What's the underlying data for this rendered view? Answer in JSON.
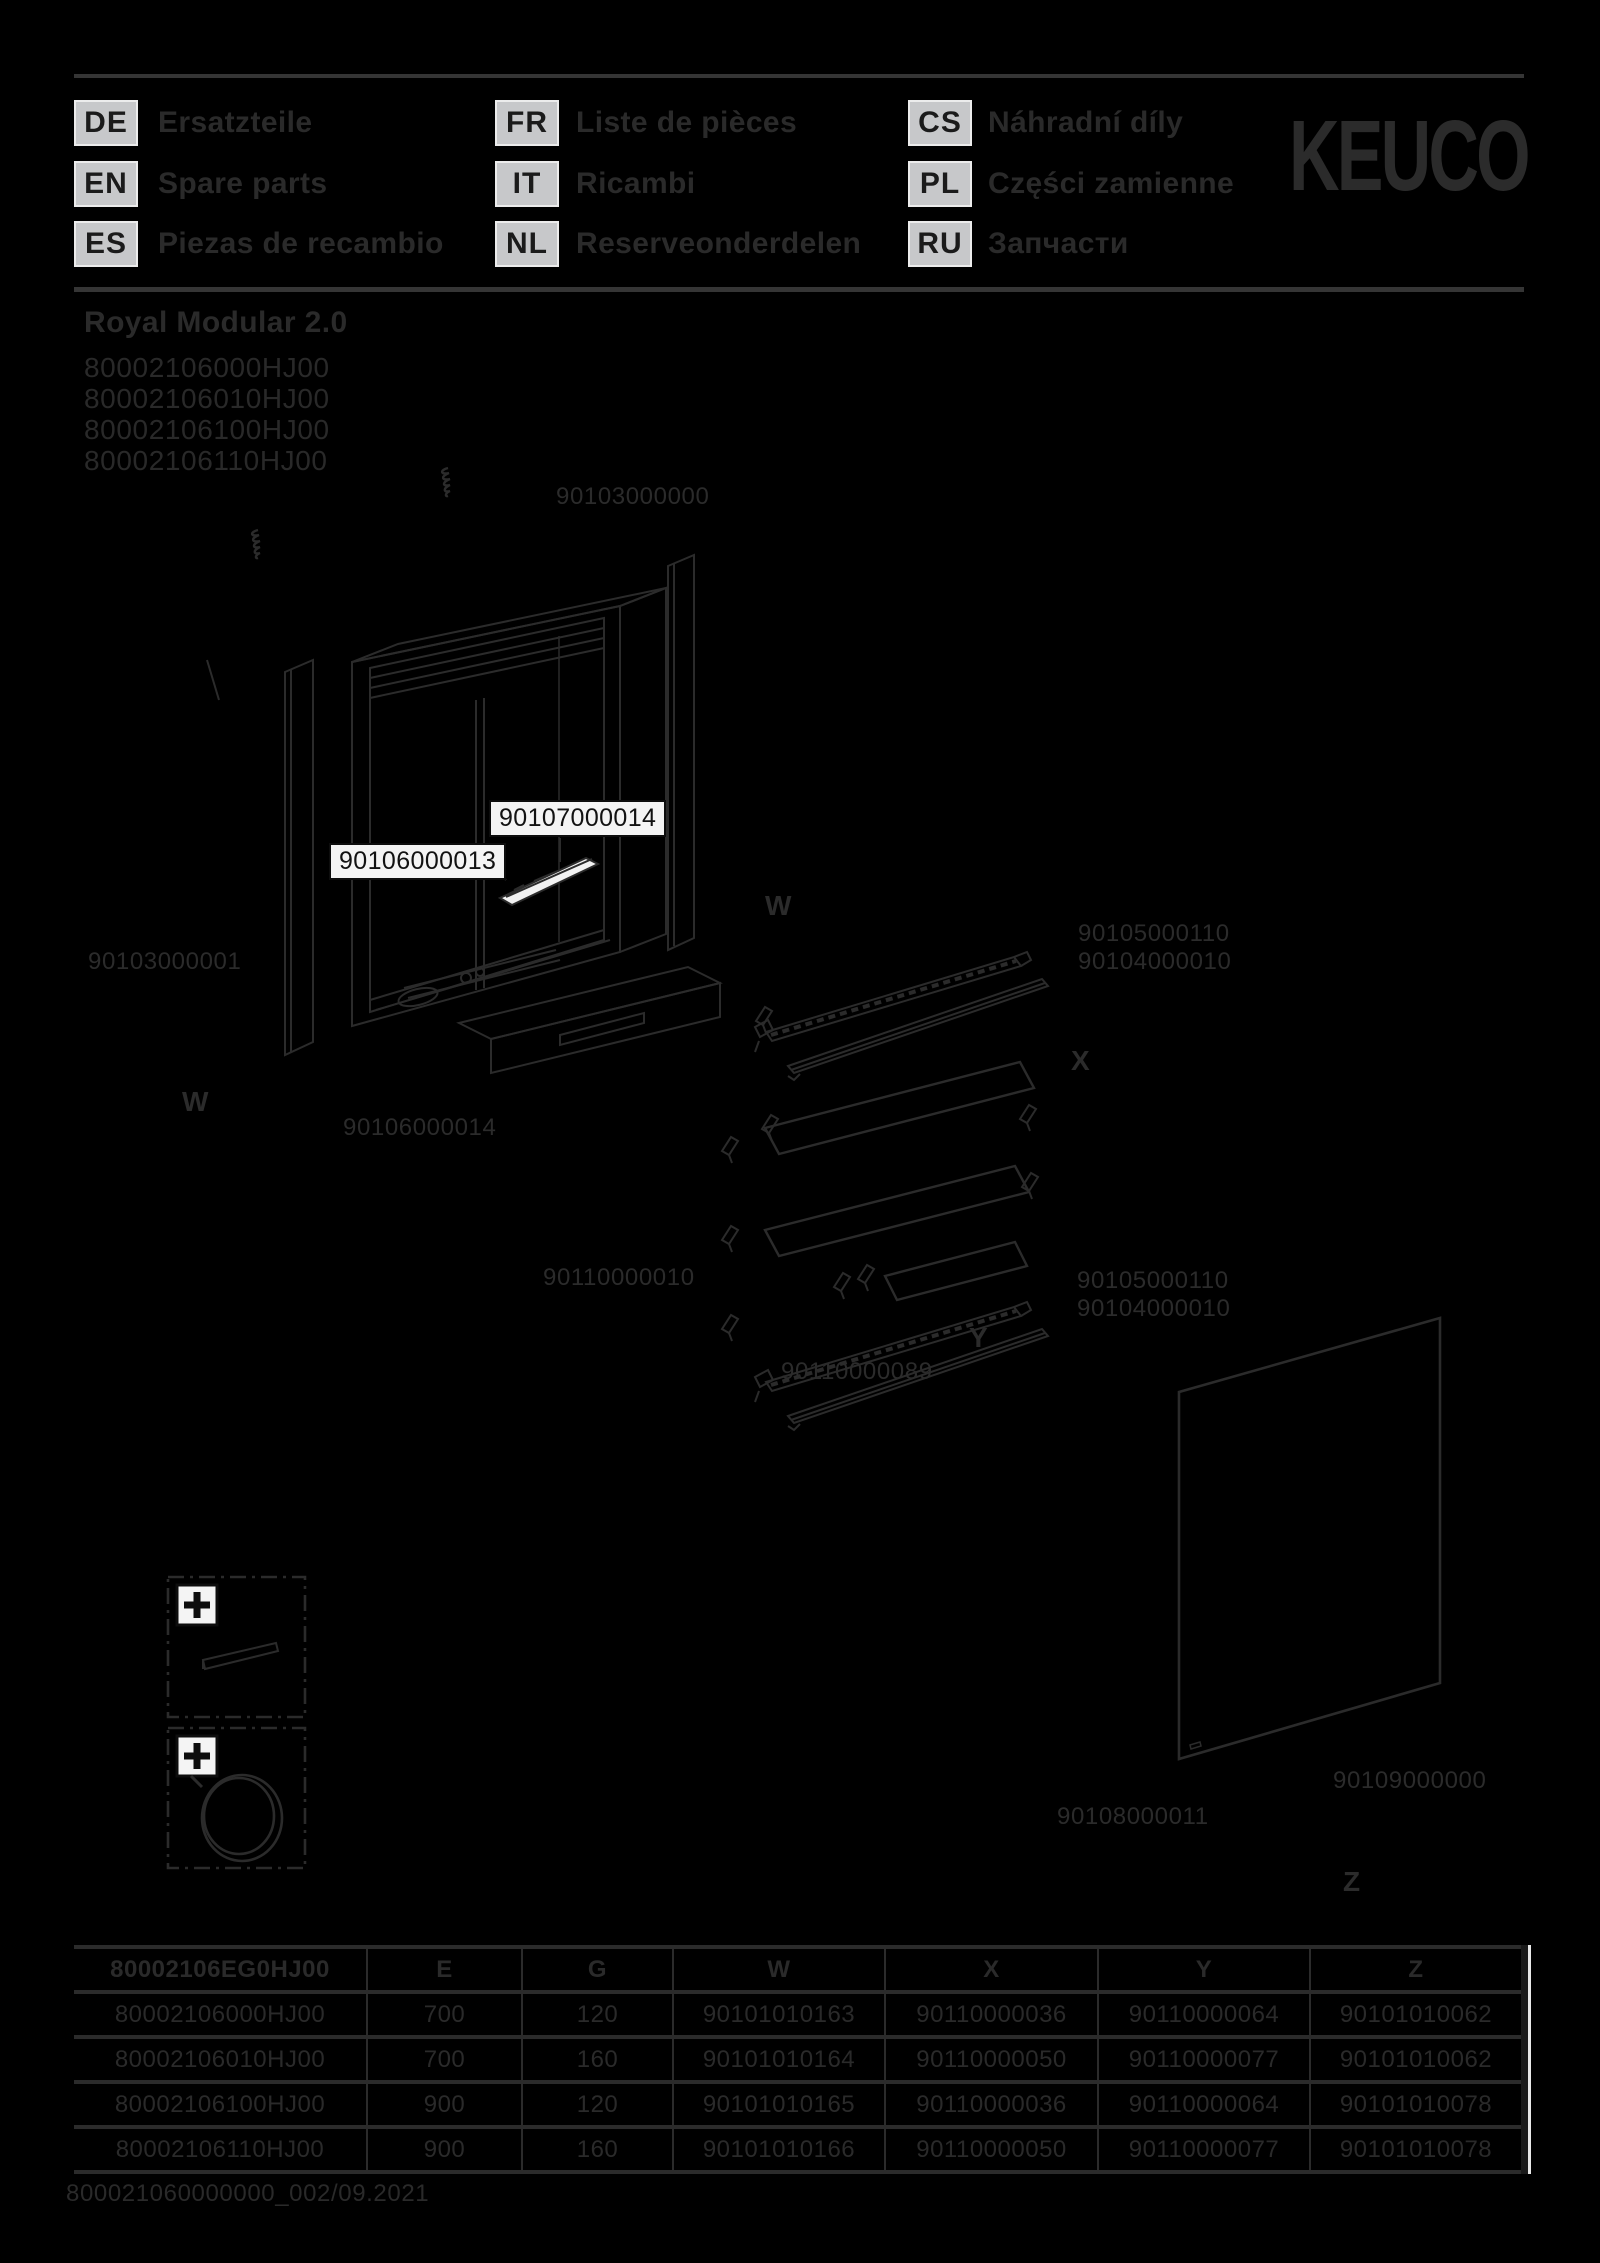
{
  "header": {
    "logo": "KEUCO",
    "languages": [
      {
        "code": "DE",
        "label": "Ersatzteile"
      },
      {
        "code": "EN",
        "label": "Spare parts"
      },
      {
        "code": "ES",
        "label": "Piezas de recambio"
      },
      {
        "code": "FR",
        "label": "Liste de pièces"
      },
      {
        "code": "IT",
        "label": "Ricambi"
      },
      {
        "code": "NL",
        "label": "Reserveonderdelen"
      },
      {
        "code": "CS",
        "label": "Náhradní díly"
      },
      {
        "code": "PL",
        "label": "Części zamienne"
      },
      {
        "code": "RU",
        "label": "Запчасти"
      }
    ]
  },
  "product": {
    "title": "Royal Modular 2.0",
    "variants": [
      "80002106000HJ00",
      "80002106010HJ00",
      "80002106100HJ00",
      "80002106110HJ00"
    ]
  },
  "diagram": {
    "labels": {
      "cabinet_top": "90103000000",
      "side_panel": "90103000001",
      "led_profile": "90106000013",
      "led_driver": "90107000014",
      "bottom_light": "90106000014",
      "glass_shelf": "90110000010",
      "shelf_clip": "90110000089",
      "rail_upper_a": "90105000110",
      "rail_upper_b": "90104000010",
      "rail_lower_a": "90105000110",
      "rail_lower_b": "90104000010",
      "mirror": "90109000000",
      "back_panel": "90108000011"
    },
    "axes": {
      "w1": "W",
      "w2": "W",
      "x": "X",
      "y": "Y",
      "z": "Z"
    },
    "icons": {
      "screw": "screw-icon",
      "clip": "shelf-clip-icon",
      "plus": "plus-icon",
      "coil": "cable-coil-icon",
      "strip": "led-strip-icon"
    }
  },
  "table": {
    "header_model": {
      "prefix": "80002106",
      "bold": "EG",
      "suffix": "0HJ00"
    },
    "columns": [
      "E",
      "G",
      "W",
      "X",
      "Y",
      "Z"
    ],
    "rows": [
      [
        "80002106000HJ00",
        "700",
        "120",
        "90101010163",
        "90110000036",
        "90110000064",
        "90101010062"
      ],
      [
        "80002106010HJ00",
        "700",
        "160",
        "90101010164",
        "90110000050",
        "90110000077",
        "90101010062"
      ],
      [
        "80002106100HJ00",
        "900",
        "120",
        "90101010165",
        "90110000036",
        "90110000064",
        "90101010078"
      ],
      [
        "80002106110HJ00",
        "900",
        "160",
        "90101010166",
        "90110000050",
        "90110000077",
        "90101010078"
      ]
    ]
  },
  "footer": "800021060000000_002/09.2021",
  "colors": {
    "background": "#000000",
    "ink": "#2b2b2b",
    "rule": "#353535",
    "chip_bg": "#c7c8ca",
    "chip_border": "#ececec",
    "white_box": "#f4f4f4"
  }
}
